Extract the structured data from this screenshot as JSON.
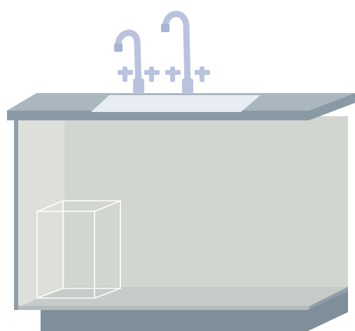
{
  "scene": {
    "subject": "lab-sink-cabinet",
    "faucets": [
      {
        "id": "left",
        "handles": 2
      },
      {
        "id": "right",
        "handles": 2
      }
    ],
    "has_wire_box": true
  },
  "colors": {
    "background": "#ffffff",
    "countertop_top": "#aab7bf",
    "countertop_front": "#8a9aa5",
    "sink_basin": "#e8edf4",
    "faucet": "#b9c3de",
    "faucet_shade": "#a9b3d2",
    "cabinet_back": "#d2d6d0",
    "cabinet_left_panel": "#dcdfda",
    "cabinet_floor": "#c6ccc8",
    "cabinet_floor_edge": "#b4bcbc",
    "cabinet_edge": "#8d9ea8",
    "base_plinth": "#7f8f99",
    "wire_box": "#ffffff"
  }
}
